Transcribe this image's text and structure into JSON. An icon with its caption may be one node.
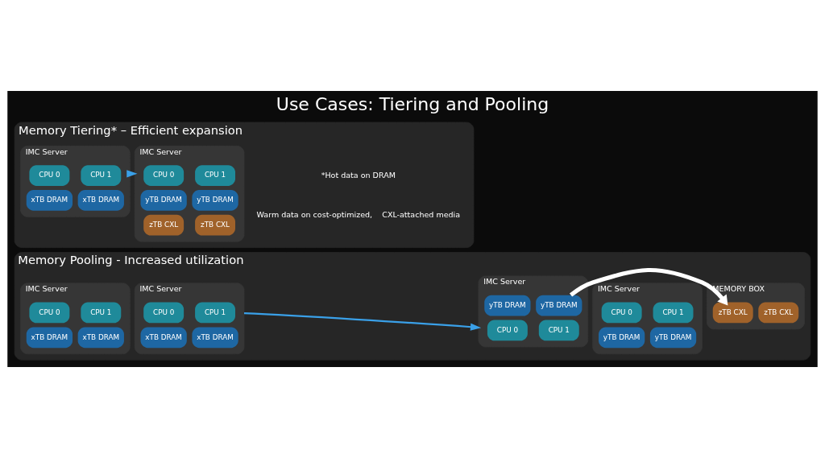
{
  "diagram": {
    "title": "Use Cases: Tiering and Pooling",
    "nodes": [
      {
        "text": [
          "Memory Tiering* – Efficient expansion"
        ]
      },
      {
        "text": [
          "IMC Server"
        ],
        "in": 0
      },
      {
        "text": [
          "CPU 0"
        ],
        "in": 1
      },
      {
        "text": [
          "CPU 1"
        ],
        "in": 1
      },
      {
        "text": [
          "xTB DRAM"
        ],
        "in": 1
      },
      {
        "text": [
          "xTB DRAM"
        ],
        "in": 1
      },
      {
        "text": [
          "IMC Server"
        ],
        "in": 0
      },
      {
        "text": [
          "CPU 0"
        ],
        "in": 6
      },
      {
        "text": [
          "CPU 1"
        ],
        "in": 6
      },
      {
        "text": [
          "yTB DRAM"
        ],
        "in": 6
      },
      {
        "text": [
          "yTB DRAM"
        ],
        "in": 6
      },
      {
        "text": [
          "zTB CXL"
        ],
        "in": 6
      },
      {
        "text": [
          "zTB CXL"
        ],
        "in": 6
      },
      {
        "text": [
          "Memory Pooling - Increased utilization"
        ]
      },
      {
        "text": [
          "IMC Server"
        ],
        "in": 13
      },
      {
        "text": [
          "CPU 0"
        ],
        "in": 14
      },
      {
        "text": [
          "CPU 1"
        ],
        "in": 14
      },
      {
        "text": [
          "xTB DRAM"
        ],
        "in": 14
      },
      {
        "text": [
          "xTB DRAM"
        ],
        "in": 14
      },
      {
        "text": [
          "IMC Server"
        ],
        "in": 13
      },
      {
        "text": [
          "CPU 0"
        ],
        "in": 19
      },
      {
        "text": [
          "CPU 1"
        ],
        "in": 19
      },
      {
        "text": [
          "xTB DRAM"
        ],
        "in": 19
      },
      {
        "text": [
          "xTB DRAM"
        ],
        "in": 19
      },
      {
        "text": [
          "IMC Server"
        ],
        "in": 13
      },
      {
        "text": [
          "CPU 0"
        ],
        "in": 24
      },
      {
        "text": [
          "CPU 1"
        ],
        "in": 24
      },
      {
        "text": [
          "yTB DRAM"
        ],
        "in": 24
      },
      {
        "text": [
          "yTB DRAM"
        ],
        "in": 24
      },
      {
        "text": [
          "IMC Server"
        ],
        "in": 13
      },
      {
        "text": [
          "CPU 0"
        ],
        "in": 29
      },
      {
        "text": [
          "CPU 1"
        ],
        "in": 29
      },
      {
        "text": [
          "yTB DRAM"
        ],
        "in": 29
      },
      {
        "text": [
          "yTB DRAM"
        ],
        "in": 29
      },
      {
        "text": [
          "MEMORY BOX"
        ],
        "in": 13
      },
      {
        "text": [
          "zTB CXL"
        ],
        "in": 34
      },
      {
        "text": [
          "zTB CXL"
        ],
        "in": 34
      }
    ],
    "edges": [
      {
        "from": 1,
        "to": 6,
        "arrow": "to"
      },
      {
        "from": 19,
        "to": 24,
        "arrow": "to"
      },
      {
        "from": 24,
        "to": 35,
        "arrow": "to",
        "style": "thick",
        "color": "#ffffff"
      }
    ],
    "labels": [
      "*Hot data on DRAM",
      "Warm data on cost-optimized,    CXL-attached media"
    ]
  }
}
